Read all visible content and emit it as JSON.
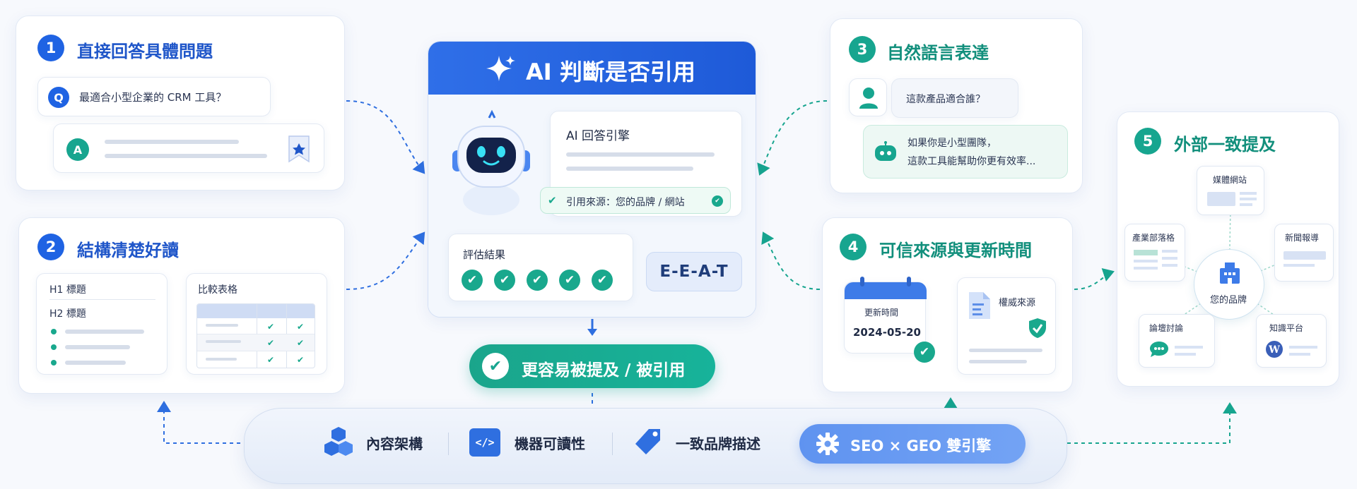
{
  "center": {
    "title": "AI 判斷是否引用",
    "engine_label": "AI 回答引擎",
    "citation": "引用來源：您的品牌 / 網站",
    "eval_label": "評估結果",
    "eeat": "E-E-A-T",
    "result": "更容易被提及 / 被引用"
  },
  "card1": {
    "num": "1",
    "title": "直接回答具體問題",
    "q_badge": "Q",
    "question": "最適合小型企業的 CRM 工具？",
    "a_badge": "A"
  },
  "card2": {
    "num": "2",
    "title": "結構清楚好讀",
    "h1": "H1 標題",
    "h2": "H2 標題",
    "table_label": "比較表格"
  },
  "card3": {
    "num": "3",
    "title": "自然語言表達",
    "question": "這款產品適合誰？",
    "answer_line1": "如果你是小型團隊，",
    "answer_line2": "這款工具能幫助你更有效率..."
  },
  "card4": {
    "num": "4",
    "title": "可信來源與更新時間",
    "update_label": "更新時間",
    "update_date": "2024-05-20",
    "authority_label": "權威來源"
  },
  "card5": {
    "num": "5",
    "title": "外部一致提及",
    "hub": "您的品牌",
    "media": "媒體網站",
    "news": "新聞報導",
    "industry": "產業部落格",
    "forum": "論壇討論",
    "knowledge": "知識平台"
  },
  "base": {
    "item1": "內容架構",
    "item2": "機器可讀性",
    "item3": "一致品牌描述",
    "highlight": "SEO × GEO 雙引擎"
  },
  "colors": {
    "blue": "#1f63e3",
    "teal": "#17a58f",
    "light_blue": "#6a9bf0"
  },
  "icons": [
    "sparkle-icon",
    "robot-icon",
    "user-icon",
    "bot-icon",
    "calendar-icon",
    "document-icon",
    "shield-icon",
    "building-icon",
    "cubes-icon",
    "code-icon",
    "tag-icon",
    "gear-icon",
    "bookmark-star-icon",
    "chat-icon",
    "wikipedia-icon"
  ]
}
